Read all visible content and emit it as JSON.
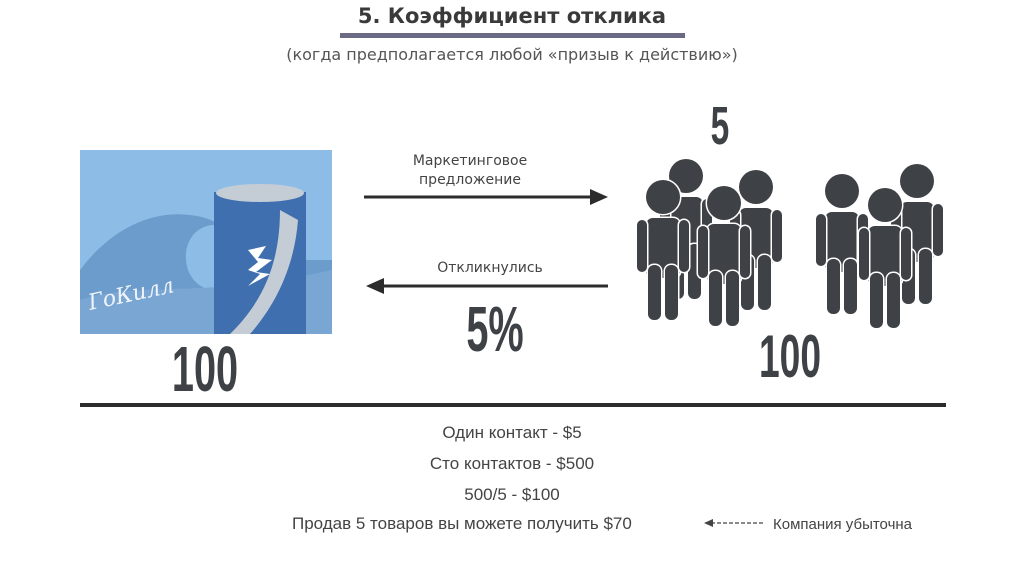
{
  "title": "5. Коэффициент отклика",
  "subtitle": "(когда предполагается любой «призыв к действию»)",
  "product": {
    "image_icon": "soda-can-wave-illustration",
    "brand_text": "ГоКилл",
    "count": "100"
  },
  "arrows": {
    "offer_label_line1": "Маркетинговое",
    "offer_label_line2": "предложение",
    "response_label": "Откликнулись",
    "response_rate": "5%"
  },
  "audience": {
    "icon": "people-group-icon",
    "responded": "5",
    "total": "100"
  },
  "calculations": [
    "Один контакт - $5",
    "Сто контактов - $500",
    "500/5 - $100",
    "Продав 5 товаров вы можете получить $70"
  ],
  "note": "Компания убыточна",
  "colors": {
    "sky": "#8dbde6",
    "wave": "#6c9ccb",
    "can": "#3f6fae",
    "people": "#3e4145",
    "title_bar": "#6b6a85"
  }
}
